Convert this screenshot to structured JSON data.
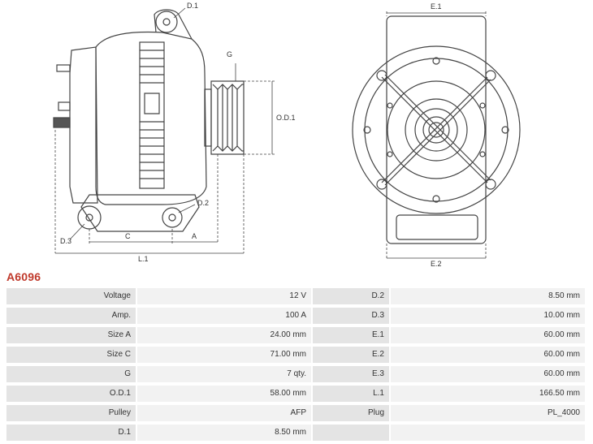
{
  "part_number": "A6096",
  "drawing_labels": {
    "d1": "D.1",
    "g": "G",
    "od1": "O.D.1",
    "d2": "D.2",
    "d3": "D.3",
    "c": "C",
    "a": "A",
    "l1": "L.1",
    "e1": "E.1",
    "e2": "E.2"
  },
  "specs": [
    {
      "label": "Voltage",
      "value": "12 V",
      "label2": "D.2",
      "value2": "8.50 mm"
    },
    {
      "label": "Amp.",
      "value": "100 A",
      "label2": "D.3",
      "value2": "10.00 mm"
    },
    {
      "label": "Size A",
      "value": "24.00 mm",
      "label2": "E.1",
      "value2": "60.00 mm"
    },
    {
      "label": "Size C",
      "value": "71.00 mm",
      "label2": "E.2",
      "value2": "60.00 mm"
    },
    {
      "label": "G",
      "value": "7 qty.",
      "label2": "E.3",
      "value2": "60.00 mm"
    },
    {
      "label": "O.D.1",
      "value": "58.00 mm",
      "label2": "L.1",
      "value2": "166.50 mm"
    },
    {
      "label": "Pulley",
      "value": "AFP",
      "label2": "Plug",
      "value2": "PL_4000"
    },
    {
      "label": "D.1",
      "value": "8.50 mm",
      "label2": "",
      "value2": ""
    }
  ]
}
